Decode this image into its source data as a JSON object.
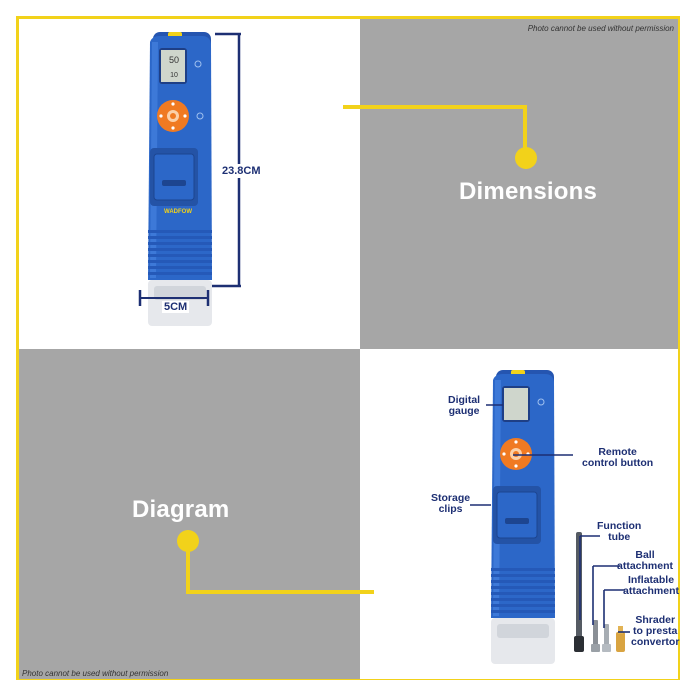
{
  "watermark_top": "Photo cannot be used without permission",
  "watermark_bottom": "Photo cannot be used without permission",
  "panels": {
    "dimensions_label": "Dimensions",
    "diagram_label": "Diagram"
  },
  "dimensions": {
    "height": "23.8CM",
    "width": "5CM"
  },
  "device": {
    "brand": "WADFOW",
    "display_top": "50",
    "display_bottom": "10"
  },
  "callouts": {
    "digital_gauge": "Digital\ngauge",
    "remote_control": "Remote\ncontrol button",
    "storage_clips": "Storage\nclips",
    "function_tube": "Function\ntube",
    "ball_attachment": "Ball\nattachment",
    "inflatable_attachment": "Inflatable\nattachment",
    "shrader": "Shrader\nto presta\nconvertor"
  },
  "colors": {
    "accent_yellow": "#f2d21a",
    "device_blue": "#2c67c8",
    "button_orange": "#f07a22",
    "label_navy": "#1d2f73",
    "panel_gray": "#a6a6a6"
  }
}
